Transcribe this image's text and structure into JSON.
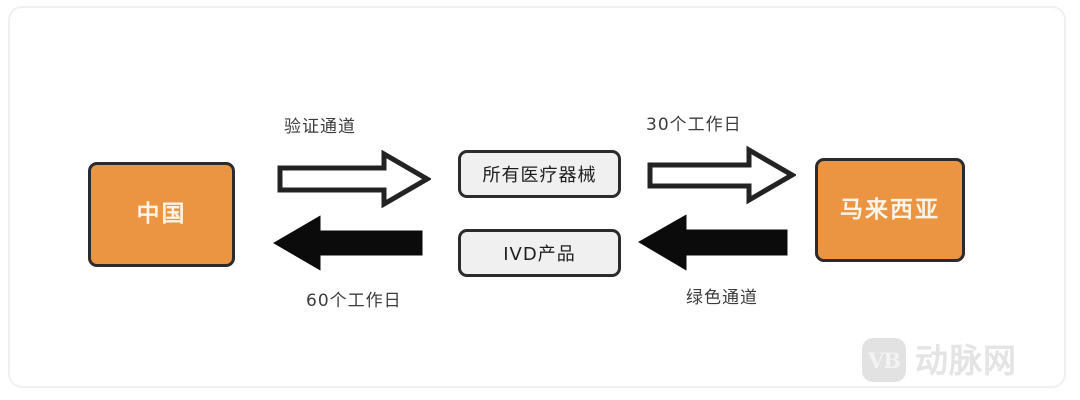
{
  "diagram": {
    "nodes": {
      "origin": {
        "label": "中国",
        "color": "#eb9442"
      },
      "destination": {
        "label": "马来西亚",
        "color": "#eb9442"
      },
      "category_top": {
        "label": "所有医疗器械",
        "color": "#f0f0f0"
      },
      "category_bottom": {
        "label": "IVD产品",
        "color": "#f0f0f0"
      }
    },
    "arrows": {
      "left_top": {
        "direction": "right",
        "style": "outline",
        "icon": "arrow-right-outline-icon"
      },
      "left_bottom": {
        "direction": "left",
        "style": "solid",
        "icon": "arrow-left-solid-icon"
      },
      "right_top": {
        "direction": "right",
        "style": "outline",
        "icon": "arrow-right-outline-icon"
      },
      "right_bottom": {
        "direction": "left",
        "style": "solid",
        "icon": "arrow-left-solid-icon"
      }
    },
    "captions": {
      "left_top": "验证通道",
      "right_top": "30个工作日",
      "left_bottom": "60个工作日",
      "right_bottom": "绿色通道"
    }
  },
  "watermark": {
    "badge": "VB",
    "text": "动脉网"
  }
}
